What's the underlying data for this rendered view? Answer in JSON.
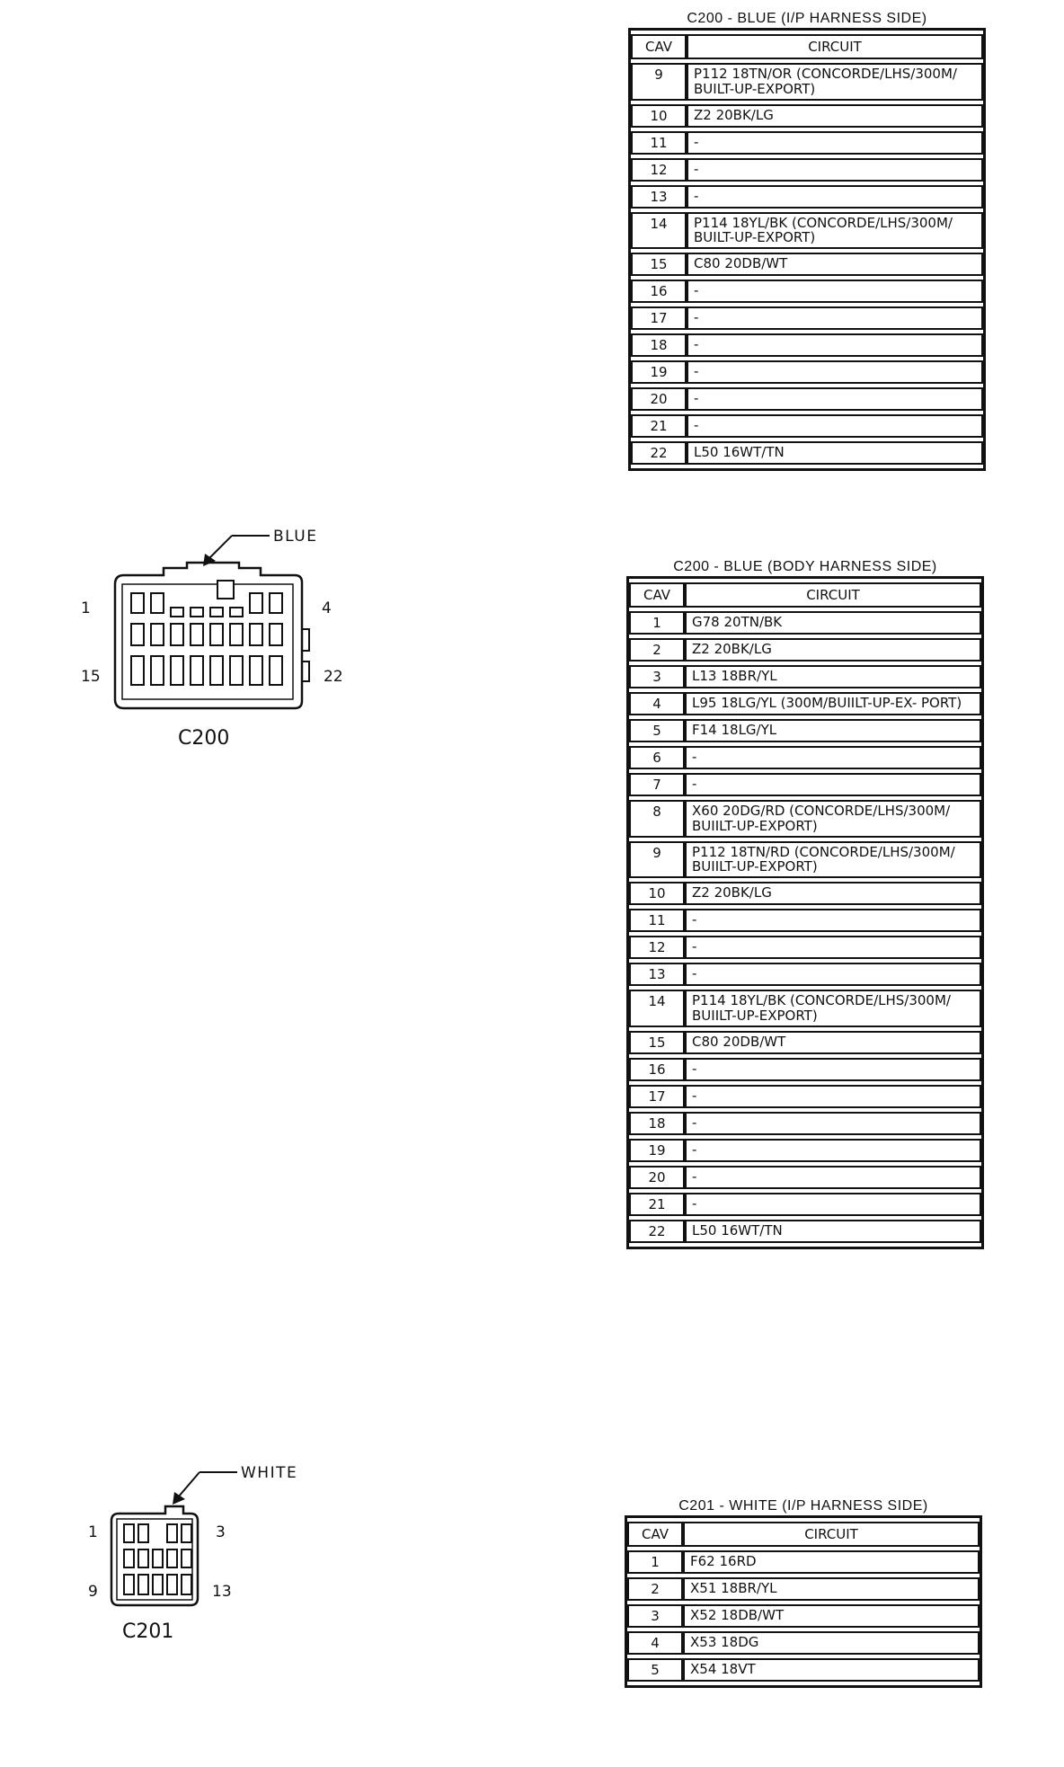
{
  "tables": {
    "t1": {
      "title": "C200 - BLUE (I/P HARNESS SIDE)",
      "headers": [
        "CAV",
        "CIRCUIT"
      ],
      "rows": [
        [
          "9",
          "P112 18TN/OR (CONCORDE/LHS/300M/ BUILT-UP-EXPORT)"
        ],
        [
          "10",
          "Z2 20BK/LG"
        ],
        [
          "11",
          "-"
        ],
        [
          "12",
          "-"
        ],
        [
          "13",
          "-"
        ],
        [
          "14",
          "P114 18YL/BK (CONCORDE/LHS/300M/ BUILT-UP-EXPORT)"
        ],
        [
          "15",
          "C80 20DB/WT"
        ],
        [
          "16",
          "-"
        ],
        [
          "17",
          "-"
        ],
        [
          "18",
          "-"
        ],
        [
          "19",
          "-"
        ],
        [
          "20",
          "-"
        ],
        [
          "21",
          "-"
        ],
        [
          "22",
          "L50 16WT/TN"
        ]
      ]
    },
    "t2": {
      "title": "C200 - BLUE (BODY HARNESS SIDE)",
      "headers": [
        "CAV",
        "CIRCUIT"
      ],
      "rows": [
        [
          "1",
          "G78 20TN/BK"
        ],
        [
          "2",
          "Z2 20BK/LG"
        ],
        [
          "3",
          "L13 18BR/YL"
        ],
        [
          "4",
          "L95 18LG/YL (300M/BUIILT-UP-EX- PORT)"
        ],
        [
          "5",
          "F14 18LG/YL"
        ],
        [
          "6",
          "-"
        ],
        [
          "7",
          "-"
        ],
        [
          "8",
          "X60 20DG/RD (CONCORDE/LHS/300M/ BUIILT-UP-EXPORT)"
        ],
        [
          "9",
          "P112 18TN/RD (CONCORDE/LHS/300M/ BUIILT-UP-EXPORT)"
        ],
        [
          "10",
          "Z2 20BK/LG"
        ],
        [
          "11",
          "-"
        ],
        [
          "12",
          "-"
        ],
        [
          "13",
          "-"
        ],
        [
          "14",
          "P114 18YL/BK (CONCORDE/LHS/300M/ BUIILT-UP-EXPORT)"
        ],
        [
          "15",
          "C80 20DB/WT"
        ],
        [
          "16",
          "-"
        ],
        [
          "17",
          "-"
        ],
        [
          "18",
          "-"
        ],
        [
          "19",
          "-"
        ],
        [
          "20",
          "-"
        ],
        [
          "21",
          "-"
        ],
        [
          "22",
          "L50 16WT/TN"
        ]
      ]
    },
    "t3": {
      "title": "C201 - WHITE (I/P HARNESS SIDE)",
      "headers": [
        "CAV",
        "CIRCUIT"
      ],
      "rows": [
        [
          "1",
          "F62 16RD"
        ],
        [
          "2",
          "X51 18BR/YL"
        ],
        [
          "3",
          "X52 18DB/WT"
        ],
        [
          "4",
          "X53 18DG"
        ],
        [
          "5",
          "X54 18VT"
        ]
      ]
    }
  },
  "connectors": {
    "c200": {
      "name": "C200",
      "color_label": "BLUE",
      "pin_top_left": "1",
      "pin_top_right": "4",
      "pin_bottom_left": "15",
      "pin_bottom_right": "22"
    },
    "c201": {
      "name": "C201",
      "color_label": "WHITE",
      "pin_top_left": "1",
      "pin_top_right": "3",
      "pin_bottom_left": "9",
      "pin_bottom_right": "13"
    }
  }
}
